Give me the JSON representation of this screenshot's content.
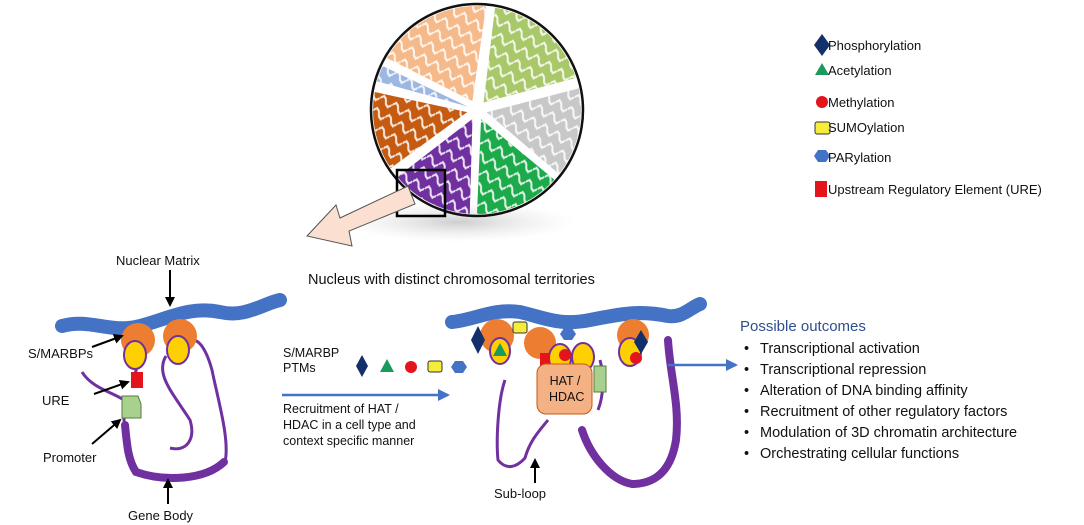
{
  "legend": {
    "items": [
      {
        "label": "Phosphorylation",
        "shape": "diamond",
        "color": "#13306b"
      },
      {
        "label": "Acetylation",
        "shape": "triangle",
        "color": "#1a9b5c"
      },
      {
        "label": "Methylation",
        "shape": "circle",
        "color": "#e3141b"
      },
      {
        "label": "SUMOylation",
        "shape": "rounded-rect",
        "color": "#f5ed3a"
      },
      {
        "label": "PARylation",
        "shape": "hexagon",
        "color": "#4472c4"
      },
      {
        "label": "Upstream Regulatory Element (URE)",
        "shape": "rect",
        "color": "#e3141b"
      }
    ]
  },
  "nucleus": {
    "caption": "Nucleus with distinct chromosomal territories",
    "territory_colors": [
      "#f6b98a",
      "#a9c86a",
      "#c8c8c8",
      "#1daa4b",
      "#7030a0",
      "#c55a11",
      "#9db7e0"
    ]
  },
  "loop_left": {
    "nuclear_matrix": "Nuclear Matrix",
    "smarbps": "S/MARBPs",
    "ure": "URE",
    "promoter": "Promoter",
    "gene_body": "Gene Body"
  },
  "middle": {
    "ptm_line1": "S/MARBP",
    "ptm_line2": "PTMs",
    "recruitment": [
      "Recruitment of HAT /",
      "HDAC in a cell type and",
      "context specific manner"
    ]
  },
  "loop_right": {
    "hat_line1": "HAT /",
    "hat_line2": "HDAC",
    "subloop": "Sub-loop"
  },
  "outcomes": {
    "title": "Possible outcomes",
    "items": [
      "Transcriptional activation",
      "Transcriptional repression",
      "Alteration of DNA binding affinity",
      "Recruitment of other regulatory factors",
      "Modulation of 3D chromatin architecture",
      "Orchestrating cellular functions"
    ]
  },
  "colors": {
    "matrix": "#4472c4",
    "dna": "#7030a0",
    "smarbp": "#ed7d31",
    "yellow": "#ffd000",
    "promoter": "#a9d18e",
    "arrow": "#4472c4",
    "hat": "#f4b183",
    "big_arrow_fill": "#fbe0d1"
  }
}
